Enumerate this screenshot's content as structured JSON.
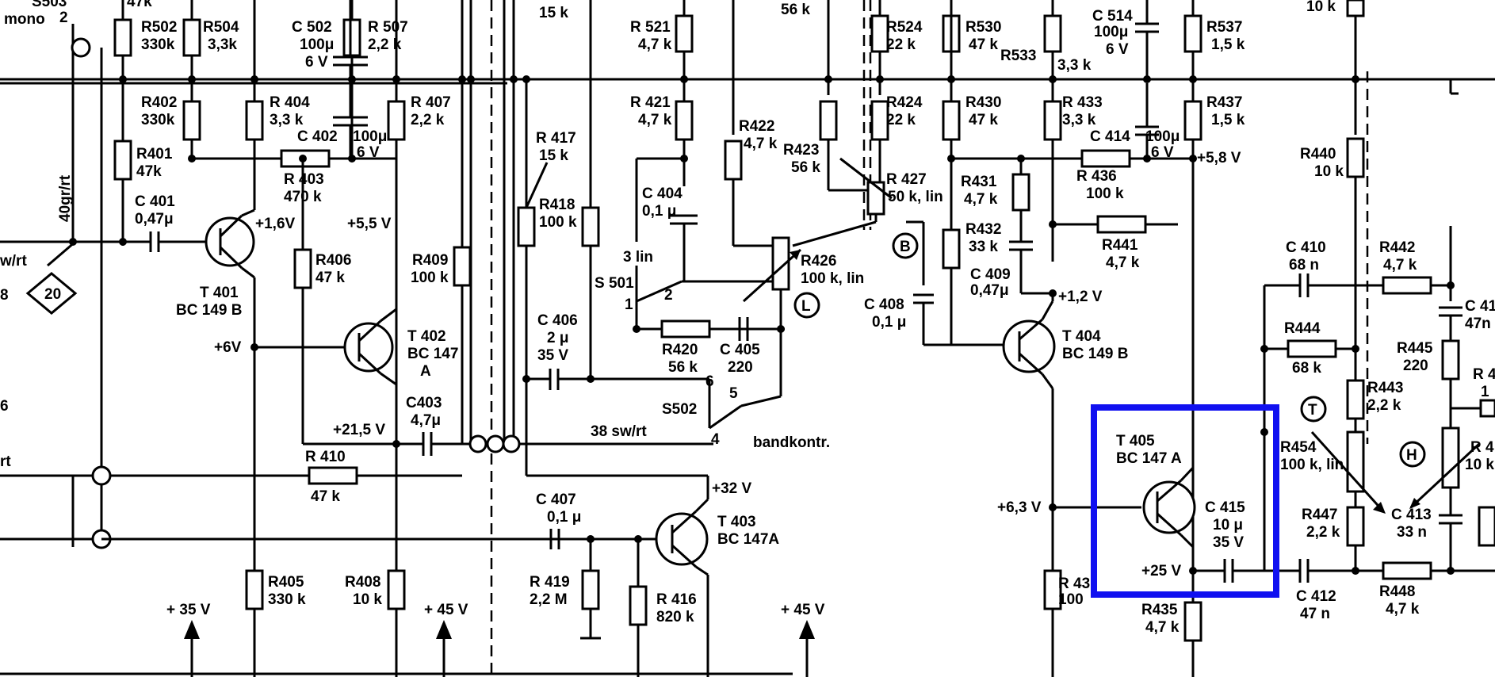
{
  "highlight": {
    "color": "#1010f0",
    "target": "T 405"
  },
  "labels": {
    "S503": "S503",
    "mono": "mono",
    "n2": "2",
    "R503v": "47k",
    "R502": "R502",
    "R502v": "330k",
    "R504": "R504",
    "R504v": "3,3k",
    "C502": "C 502",
    "C502v": "100μ",
    "C502u": "6 V",
    "R507": "R 507",
    "R507v": "2,2 k",
    "R402": "R402",
    "R402v": "330k",
    "R404": "R 404",
    "R404v": "3,3 k",
    "C402": "C 402",
    "C402v": "100μ",
    "C402u": "6 V",
    "R407": "R 407",
    "R407v": "2,2 k",
    "R401": "R401",
    "R401v": "47k",
    "R403": "R 403",
    "R403v": "470 k",
    "gr": "40gr/rt",
    "C401": "C 401",
    "C401v": "0,47μ",
    "v16": "+1,6V",
    "v55": "+5,5 V",
    "T401": "T 401",
    "T401t": "BC 149 B",
    "R406": "R406",
    "R406v": "47 k",
    "R409": "R409",
    "R409v": "100 k",
    "v6": "+6V",
    "T402": "T 402",
    "T402t": "BC 147",
    "T402s": "A",
    "swrt": "w/rt",
    "n8": "8",
    "badge20": "20",
    "n6": "6",
    "rt": "rt",
    "v215": "+21,5 V",
    "C403": "C403",
    "C403v": "4,7μ",
    "R410": "R 410",
    "R410v": "47 k",
    "R405": "R405",
    "R405v": "330 k",
    "R408": "R408",
    "R408v": "10 k",
    "v35": "+ 35 V",
    "v45a": "+ 45 V",
    "R417": "R 417",
    "R417v": "15 k",
    "R418": "R418",
    "R418v": "100 k",
    "R521v": "15 k",
    "R521": "R 521",
    "R521v2": "4,7 k",
    "R421": "R 421",
    "R421v": "4,7 k",
    "C404": "C 404",
    "C404v": "0,1 μ",
    "lin3": "3 lin",
    "S501": "S 501",
    "s1": "1",
    "s2": "2",
    "C406": "C 406",
    "C406v": "2 μ",
    "C406u": "35 V",
    "R420": "R420",
    "R420v": "56 k",
    "C405": "C 405",
    "C405v": "220",
    "n6b": "6",
    "n5": "5",
    "n4": "4",
    "S502": "S502",
    "sw38": "38 sw/rt",
    "bandkontr": "bandkontr.",
    "R422": "R422",
    "R422v": "4,7 k",
    "R426": "R426",
    "R426v": "100 k, lin",
    "L": "L",
    "C407": "C 407",
    "C407v": "0,1 μ",
    "R419": "R 419",
    "R419v": "2,2 M",
    "v32": "+32 V",
    "T403": "T 403",
    "T403t": "BC 147A",
    "R416": "R 416",
    "R416v": "820 k",
    "v45b": "+ 45 V",
    "R523v": "56 k",
    "R524": "R524",
    "R524v": "22 k",
    "R530": "R530",
    "R530v": "47 k",
    "R533": "R533",
    "R533v": "3,3 k",
    "C514": "C 514",
    "C514v": "100μ",
    "C514u": "6 V",
    "R537": "R537",
    "R537v": "1,5 k",
    "R539v": "10 k",
    "R423": "R423",
    "R423v": "56 k",
    "R424": "R424",
    "R424v": "22 k",
    "R427": "R 427",
    "R427v": "50 k, lin",
    "B": "B",
    "R430": "R430",
    "R430v": "47 k",
    "R433": "R 433",
    "R433v": "3,3 k",
    "C414": "C 414",
    "C414v": "100μ",
    "C414u": "6 V",
    "R437": "R437",
    "R437v": "1,5 k",
    "v58": "+5,8 V",
    "R431": "R431",
    "R431v": "4,7 k",
    "R436": "R 436",
    "R436v": "100 k",
    "R432": "R432",
    "R432v": "33 k",
    "R441": "R441",
    "R441v": "4,7 k",
    "C409": "C 409",
    "C409v": "0,47μ",
    "v12": "+1,2 V",
    "C408": "C 408",
    "C408v": "0,1 μ",
    "T404": "T 404",
    "T404t": "BC 149 B",
    "R440": "R440",
    "R440v": "10 k",
    "C410": "C 410",
    "C410v": "68 n",
    "R442": "R442",
    "R442v": "4,7 k",
    "C41x": "C 41",
    "C41xv": "47n",
    "R444": "R444",
    "R444v": "68 k",
    "R445": "R445",
    "R445v": "220",
    "R4x": "R 4",
    "R4xv": "1",
    "R443": "R443",
    "R443v": "2,2 k",
    "T": "T",
    "H": "H",
    "T405": "T 405",
    "T405t": "BC 147 A",
    "R454": "R454",
    "R454v": "100 k, lin",
    "R4y": "R 4",
    "R4yv": "10 k,",
    "v63": "+6,3 V",
    "C415": "C 415",
    "C415v": "10 μ",
    "C415u": "35 V",
    "R447": "R447",
    "R447v": "2,2 k",
    "C413": "C 413",
    "C413v": "33 n",
    "v25": "+25 V",
    "R434": "R 43",
    "R434v": "100",
    "C412": "C 412",
    "C412v": "47 n",
    "R448": "R448",
    "R448v": "4,7 k",
    "R435": "R435",
    "R435v": "4,7 k"
  }
}
